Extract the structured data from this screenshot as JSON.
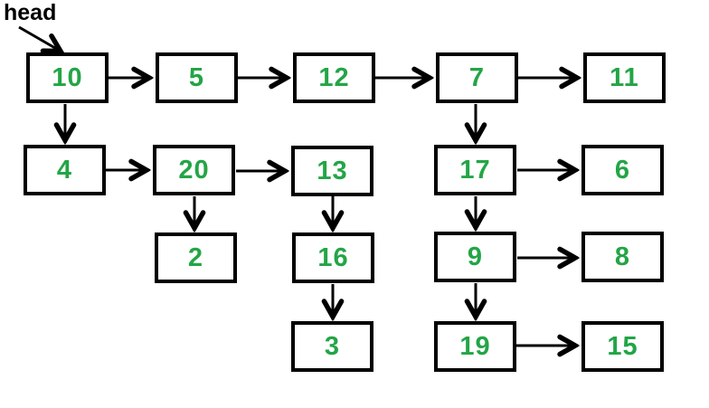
{
  "diagram": {
    "title": "multilevel-linked-list",
    "head_label": "head",
    "head_points_to": "10",
    "colors": {
      "node_text": "#23a546",
      "line": "#000000",
      "background": "#ffffff"
    },
    "nodes": [
      {
        "id": "10",
        "value": "10",
        "row": 1,
        "col": 1
      },
      {
        "id": "5",
        "value": "5",
        "row": 1,
        "col": 2
      },
      {
        "id": "12",
        "value": "12",
        "row": 1,
        "col": 3
      },
      {
        "id": "7",
        "value": "7",
        "row": 1,
        "col": 4
      },
      {
        "id": "11",
        "value": "11",
        "row": 1,
        "col": 5
      },
      {
        "id": "4",
        "value": "4",
        "row": 2,
        "col": 1
      },
      {
        "id": "20",
        "value": "20",
        "row": 2,
        "col": 2
      },
      {
        "id": "13",
        "value": "13",
        "row": 2,
        "col": 3
      },
      {
        "id": "17",
        "value": "17",
        "row": 2,
        "col": 4
      },
      {
        "id": "6",
        "value": "6",
        "row": 2,
        "col": 5
      },
      {
        "id": "2",
        "value": "2",
        "row": 3,
        "col": 2
      },
      {
        "id": "16",
        "value": "16",
        "row": 3,
        "col": 3
      },
      {
        "id": "9",
        "value": "9",
        "row": 3,
        "col": 4
      },
      {
        "id": "8",
        "value": "8",
        "row": 3,
        "col": 5
      },
      {
        "id": "3",
        "value": "3",
        "row": 4,
        "col": 3
      },
      {
        "id": "19",
        "value": "19",
        "row": 4,
        "col": 4
      },
      {
        "id": "15",
        "value": "15",
        "row": 4,
        "col": 5
      }
    ],
    "edges": [
      {
        "from": "head",
        "to": "10",
        "direction": "diagonal"
      },
      {
        "from": "10",
        "to": "5",
        "direction": "right"
      },
      {
        "from": "5",
        "to": "12",
        "direction": "right"
      },
      {
        "from": "12",
        "to": "7",
        "direction": "right"
      },
      {
        "from": "7",
        "to": "11",
        "direction": "right"
      },
      {
        "from": "10",
        "to": "4",
        "direction": "down"
      },
      {
        "from": "4",
        "to": "20",
        "direction": "right"
      },
      {
        "from": "20",
        "to": "13",
        "direction": "right"
      },
      {
        "from": "7",
        "to": "17",
        "direction": "down"
      },
      {
        "from": "17",
        "to": "6",
        "direction": "right"
      },
      {
        "from": "20",
        "to": "2",
        "direction": "down"
      },
      {
        "from": "13",
        "to": "16",
        "direction": "down"
      },
      {
        "from": "17",
        "to": "9",
        "direction": "down"
      },
      {
        "from": "9",
        "to": "8",
        "direction": "right"
      },
      {
        "from": "16",
        "to": "3",
        "direction": "down"
      },
      {
        "from": "9",
        "to": "19",
        "direction": "down"
      },
      {
        "from": "19",
        "to": "15",
        "direction": "right"
      }
    ]
  }
}
